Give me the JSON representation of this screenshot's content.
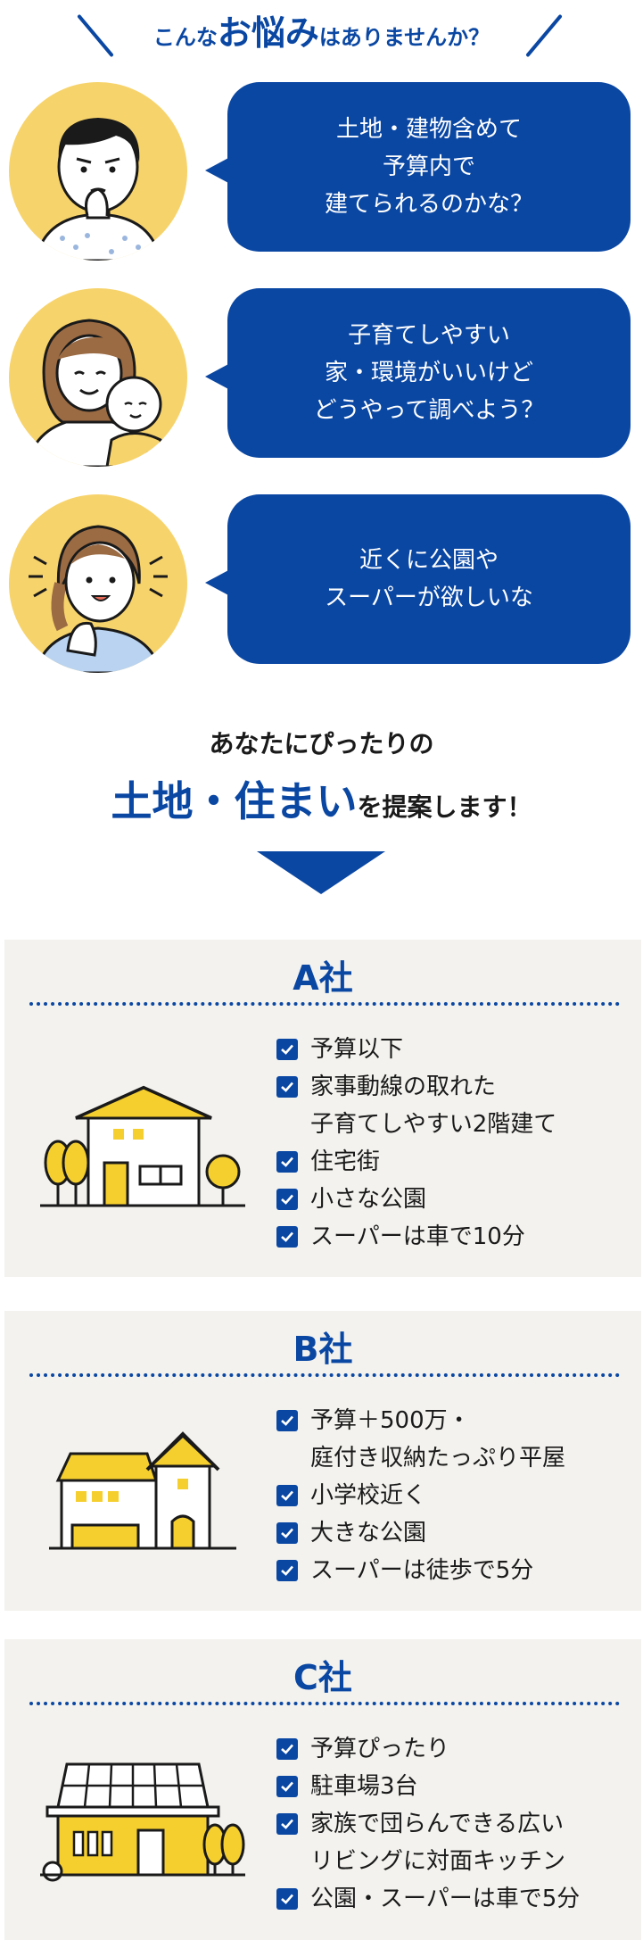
{
  "heading": {
    "prefix": "こんな",
    "emphasis": "お悩み",
    "suffix": "はありませんか？"
  },
  "worries": [
    {
      "avatar_icon": "father-thinking-icon",
      "lines": [
        "土地・建物含めて",
        "予算内で",
        "建てられるのかな？"
      ]
    },
    {
      "avatar_icon": "mother-with-baby-icon",
      "lines": [
        "子育てしやすい",
        "家・環境がいいけど",
        "どうやって調べよう？"
      ]
    },
    {
      "avatar_icon": "woman-hopeful-icon",
      "lines": [
        "近くに公園や",
        "スーパーが欲しいな"
      ]
    }
  ],
  "proposal": {
    "line1": "あなたにぴったりの",
    "emphasis": "土地・住まい",
    "suffix": "を提案します！"
  },
  "companies": [
    {
      "name": "A社",
      "illustration_icon": "two-story-house-with-trees-icon",
      "items": [
        [
          "予算以下"
        ],
        [
          "家事動線の取れた",
          "子育てしやすい2階建て"
        ],
        [
          "住宅街"
        ],
        [
          "小さな公園"
        ],
        [
          "スーパーは車で10分"
        ]
      ]
    },
    {
      "name": "B社",
      "illustration_icon": "single-story-house-icon",
      "items": [
        [
          "予算＋500万・",
          "庭付き収納たっぷり平屋"
        ],
        [
          "小学校近く"
        ],
        [
          "大きな公園"
        ],
        [
          "スーパーは徒歩で5分"
        ]
      ]
    },
    {
      "name": "C社",
      "illustration_icon": "solar-panel-house-icon",
      "items": [
        [
          "予算ぴったり"
        ],
        [
          "駐車場3台"
        ],
        [
          "家族で団らんできる広い",
          "リビングに対面キッチン"
        ],
        [
          "公園・スーパーは車で5分"
        ]
      ]
    }
  ],
  "colors": {
    "brand_blue": "#0a47a3",
    "avatar_yellow": "#f7d36b",
    "card_bg": "#f3f2ee",
    "house_yellow": "#f5cf2e"
  }
}
